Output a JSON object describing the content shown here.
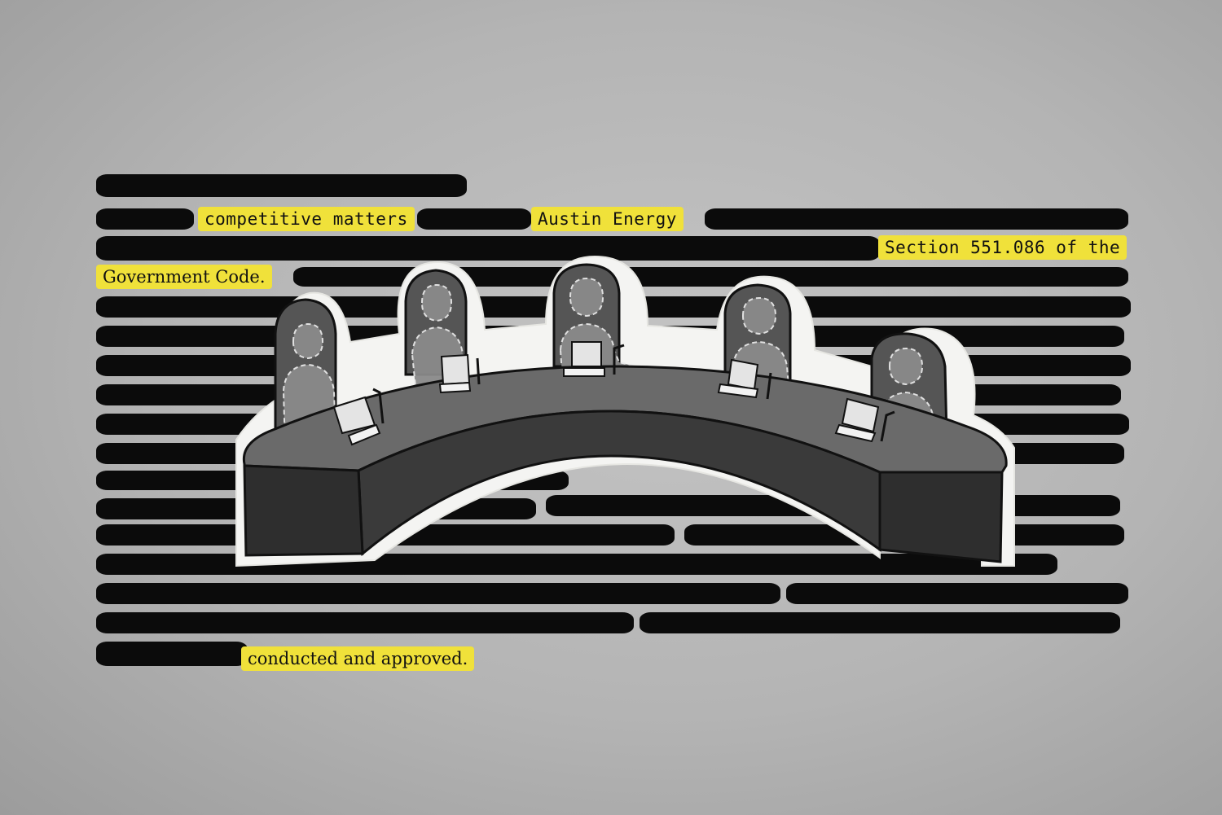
{
  "document": {
    "highlights": {
      "competitive": "competitive  matters",
      "austin": "Austin  Energy",
      "section": "Section  551.086  of  the",
      "code": "Government Code.",
      "approved": "conducted and approved."
    }
  },
  "colors": {
    "background": "#bdbdbd",
    "redaction": "#0b0b0b",
    "highlight": "#f0e13a",
    "dais": "#3a3a3a"
  }
}
